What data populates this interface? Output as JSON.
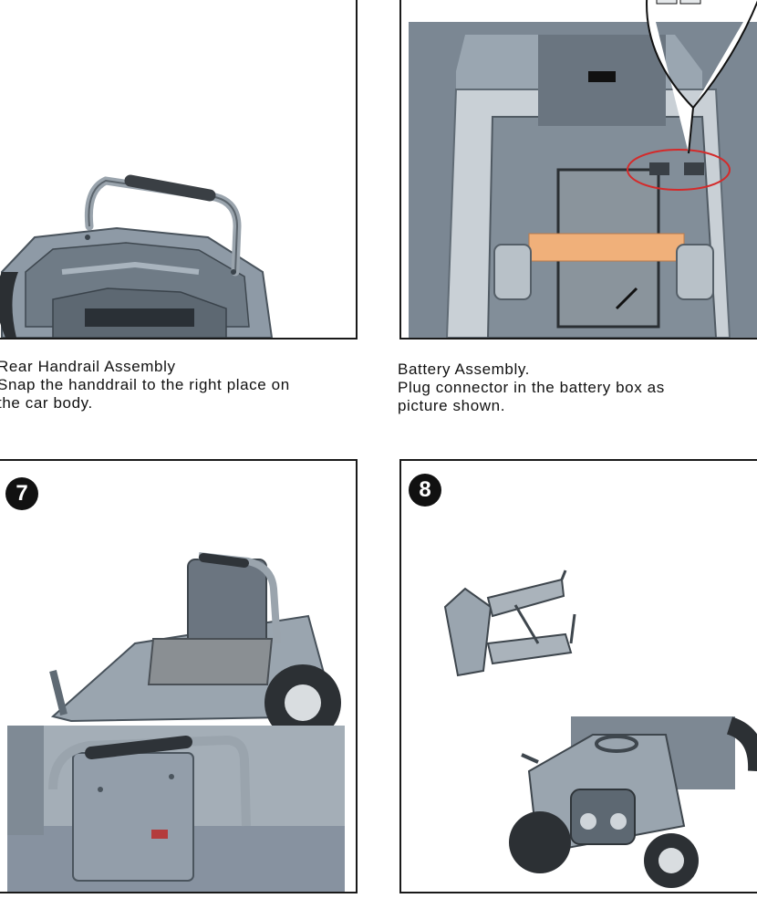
{
  "step5": {
    "caption_title": "Rear Handrail Assembly",
    "caption_line1": "Snap the handdrail to the right place on",
    "caption_line2": "the car body."
  },
  "step6": {
    "caption_title": "Battery Assembly.",
    "caption_line1": "Plug connector in the battery box as",
    "caption_line2": "picture shown."
  },
  "step7": {
    "number": "7"
  },
  "step8": {
    "number": "8"
  },
  "colors": {
    "body_gray": "#8e9aa6",
    "body_dark": "#5d6872",
    "border": "#1a1a1a",
    "highlight_ring": "#d42a2a",
    "strap": "#f0b07a"
  }
}
